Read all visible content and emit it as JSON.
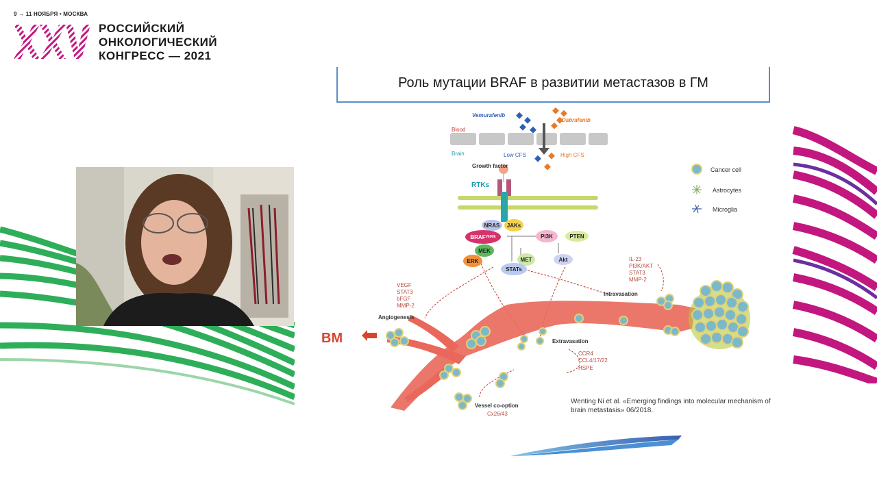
{
  "header": {
    "date_line": "9 → 11 НОЯБРЯ • МОСКВА",
    "logo_text": "XXV",
    "congress_lines": [
      "РОССИЙСКИЙ",
      "ОНКОЛОГИЧЕСКИЙ",
      "КОНГРЕСС — 2021"
    ]
  },
  "slide": {
    "title": "Роль мутации BRAF в развитии метастазов в ГМ",
    "citation_line1": "Wenting Ni et al. «Emerging findings into molecular mechanism of",
    "citation_line2": "brain metastasis» 06/2018."
  },
  "diagram": {
    "drug_left": "Vemurafenib",
    "drug_right": "Dabrafenib",
    "blood": "Blood",
    "brain": "Brain",
    "low_cfs": "Low CFS",
    "high_cfs": "High CFS",
    "growth_factor": "Growth factor",
    "rtks": "RTKs",
    "nodes": {
      "nras": "NRAS",
      "jaks": "JAKs",
      "braf": "BRAF",
      "braf_sup": "V600E",
      "pi3k": "PI3K",
      "pten": "PTEN",
      "mek": "MEK",
      "erk": "ERK",
      "met": "MET",
      "akt": "Akt",
      "stats": "STATs"
    },
    "legend": {
      "cancer_cell": "Cancer cell",
      "astrocytes": "Astrocytes",
      "microglia": "Microglia"
    },
    "angio_factors": [
      "VEGF",
      "STAT3",
      "bFGF",
      "MMP-2"
    ],
    "angiogenesis": "Angiogenesis",
    "intra_factors": [
      "IL-23",
      "PI3K/AKT",
      "STAT3",
      "MMP-2"
    ],
    "intravasation": "Intravasation",
    "extravasation": "Extravasation",
    "extra_factors": [
      "CCR4",
      "CCL4/17/22",
      "HSPE"
    ],
    "vessel_cooption": "Vessel co-option",
    "cooption_factor": "Cx26/43",
    "bm": "BM"
  },
  "colors": {
    "accent_blue": "#5b8ccc",
    "logo_magenta": "#c2177f",
    "wave_green": "#2fae5a",
    "vessel_red": "#e9685b",
    "bm_red": "#d8452f"
  }
}
